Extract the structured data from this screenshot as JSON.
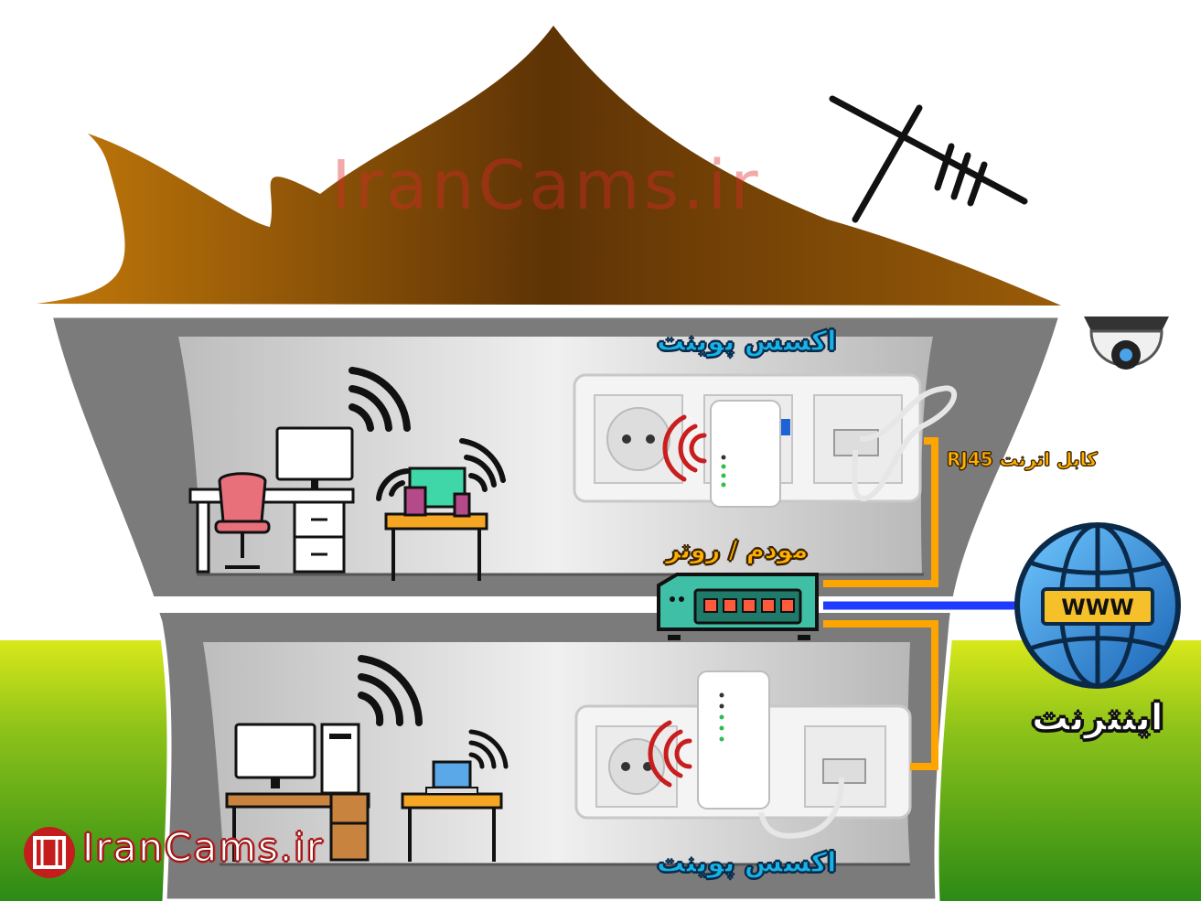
{
  "watermark": "IranCams.ir",
  "brand": {
    "text": "IranCams.ir"
  },
  "labels": {
    "access_point_top": "اکسس پوینت",
    "access_point_bottom": "اکسس پوینت",
    "router": "مودم / روتر",
    "cable": "کابل اترنت RJ45",
    "internet": "اینترنت",
    "www": "WWW"
  },
  "colors": {
    "roof": "#8a5208",
    "wall": "#7d7d7d",
    "room": "#d4d4d4",
    "grass": "#7cb518",
    "cable_orange": "#ffa500",
    "cable_blue": "#1f3bff",
    "router": "#3fbfa5",
    "globe": "#2d8fd8"
  },
  "icons": [
    "roof-antenna-icon",
    "cctv-camera-icon",
    "globe-icon",
    "router-icon",
    "access-point-icon",
    "wifi-icon",
    "desktop-computer-icon",
    "laptop-icon",
    "tablet-icon",
    "office-chair-icon",
    "desk-icon",
    "brand-logo-icon"
  ]
}
